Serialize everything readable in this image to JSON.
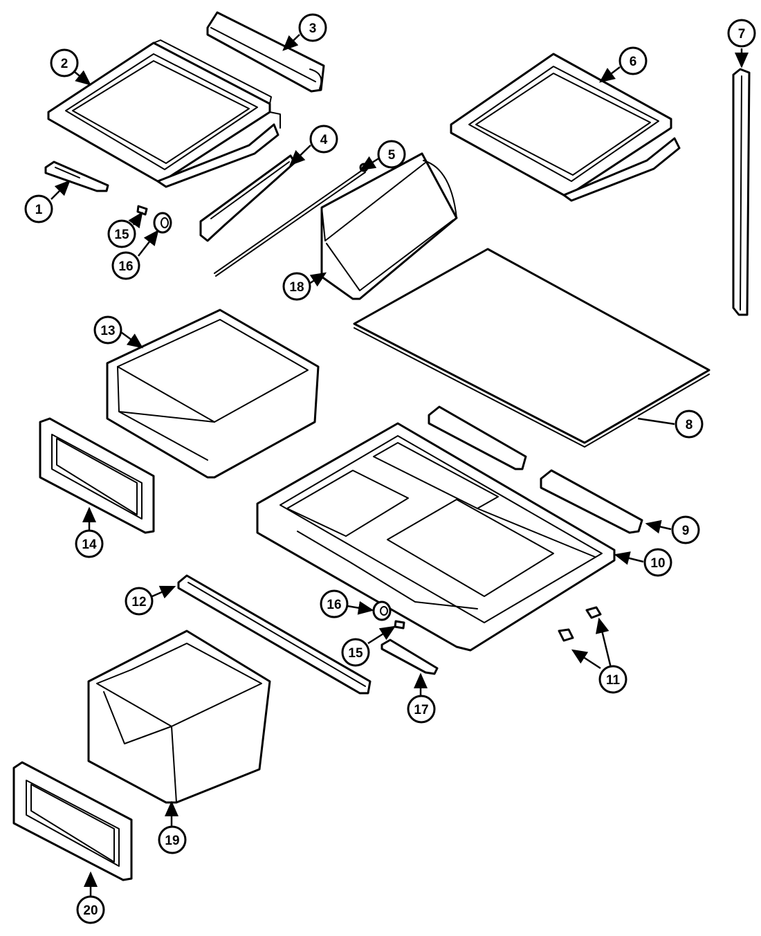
{
  "callouts": {
    "c1": "1",
    "c2": "2",
    "c3": "3",
    "c4": "4",
    "c5": "5",
    "c6": "6",
    "c7": "7",
    "c8": "8",
    "c9": "9",
    "c10": "10",
    "c11": "11",
    "c12": "12",
    "c13": "13",
    "c14": "14",
    "c15a": "15",
    "c15b": "15",
    "c16a": "16",
    "c16b": "16",
    "c17": "17",
    "c18": "18",
    "c19": "19",
    "c20": "20"
  }
}
